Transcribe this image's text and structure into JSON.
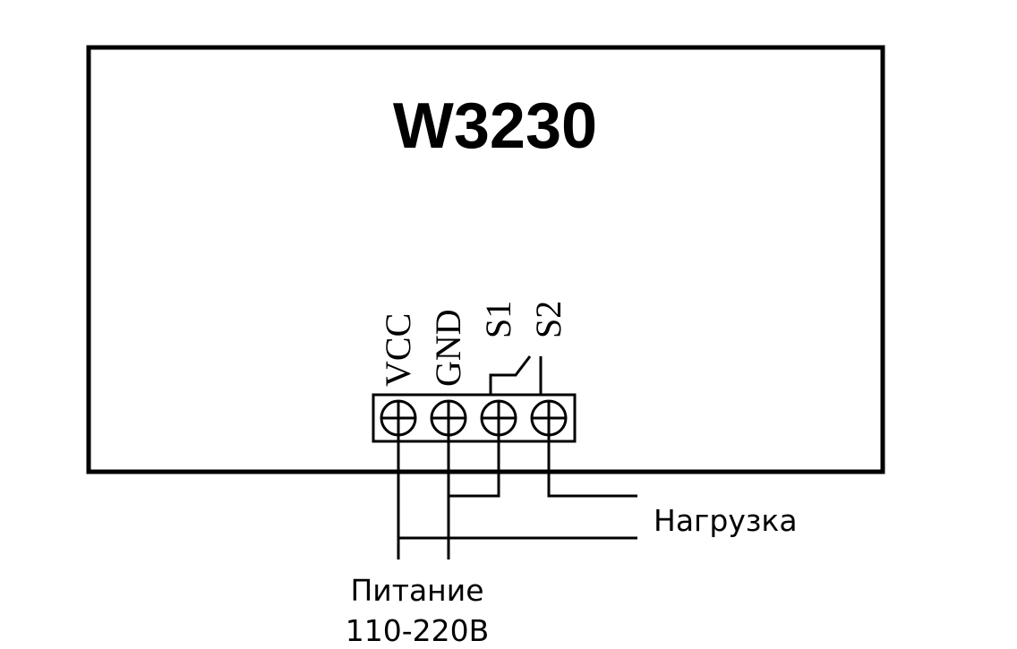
{
  "device": {
    "model": "W3230"
  },
  "terminals": [
    {
      "label": "VCC"
    },
    {
      "label": "GND"
    },
    {
      "label": "S1"
    },
    {
      "label": "S2"
    }
  ],
  "labels": {
    "load": "Нагрузка",
    "power_line1": "Питание",
    "power_line2": "110-220В"
  },
  "colors": {
    "line": "#000000",
    "background": "#ffffff"
  },
  "icons": {
    "terminal_screw": "screw-terminal-icon",
    "relay_switch": "relay-contact-icon"
  }
}
